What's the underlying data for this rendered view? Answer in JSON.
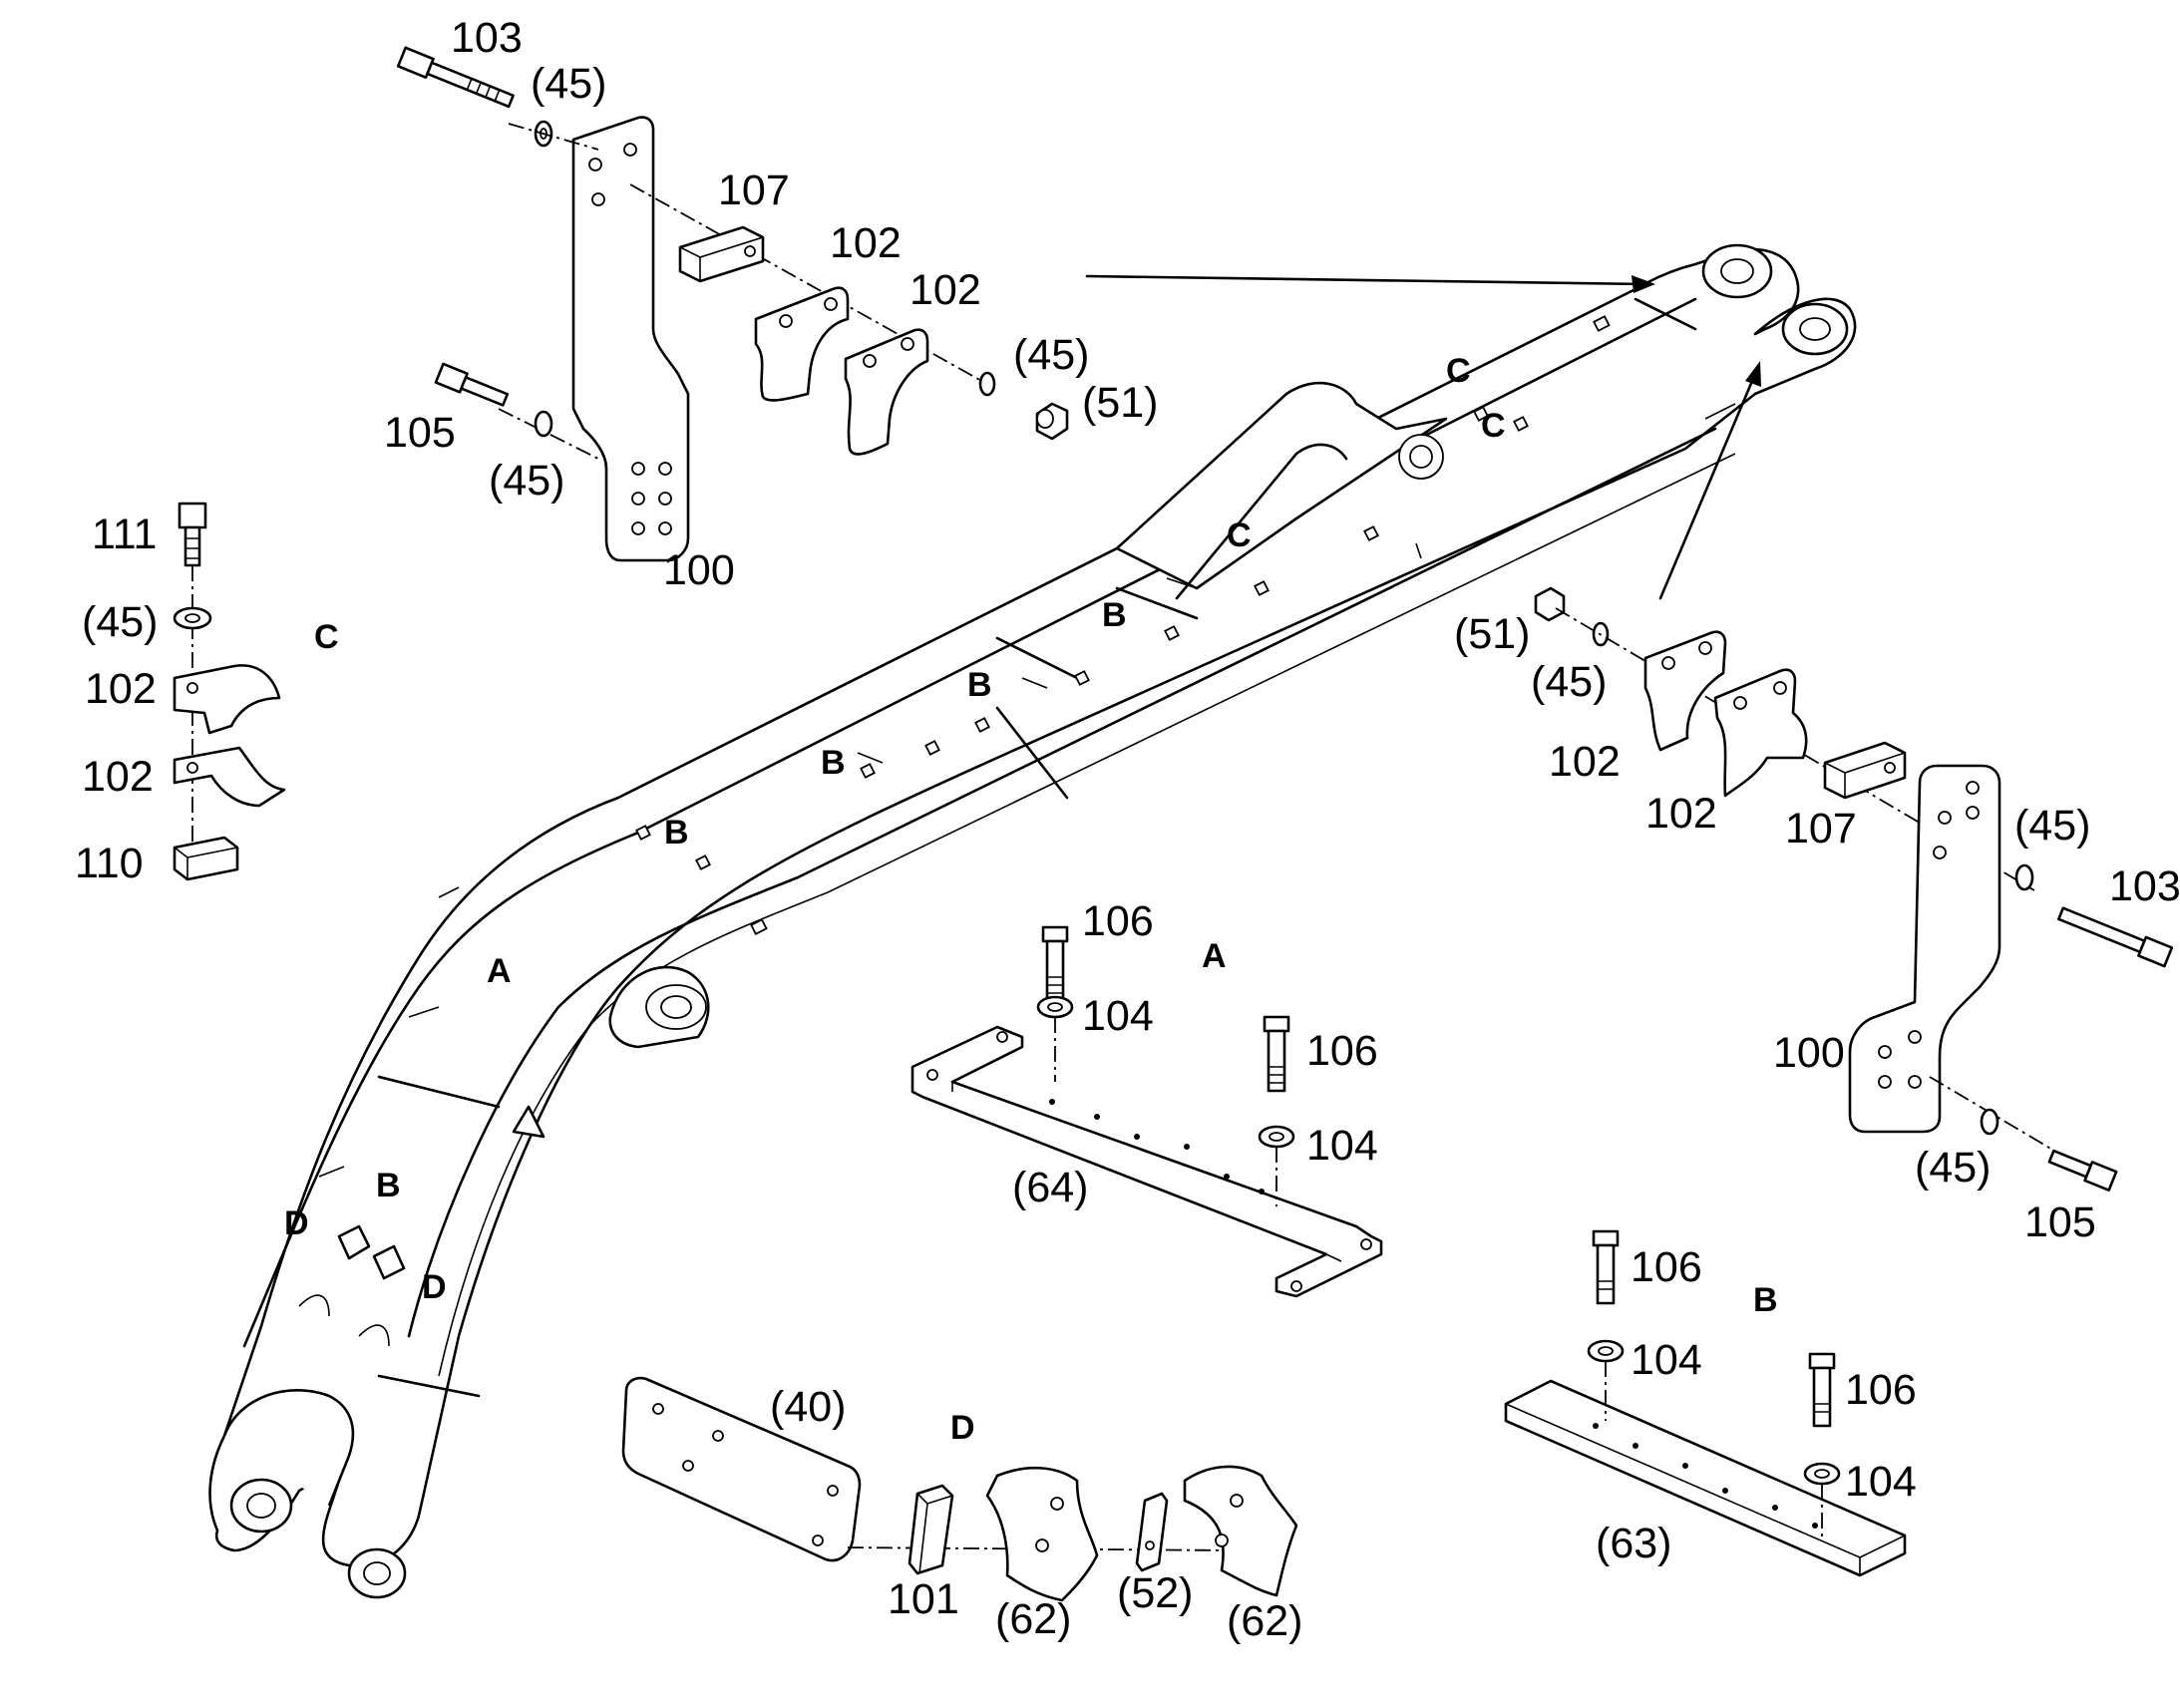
{
  "labels": {
    "p103a": "103",
    "p45a": "(45)",
    "p107a": "107",
    "p102a": "102",
    "p102b": "102",
    "p45b": "(45)",
    "p51a": "(51)",
    "p105a": "105",
    "p45c": "(45)",
    "p100a": "100",
    "p111": "111",
    "p45d": "(45)",
    "p102c": "102",
    "p102d": "102",
    "p110": "110",
    "p51b": "(51)",
    "p45e": "(45)",
    "p102e": "102",
    "p102f": "102",
    "p107b": "107",
    "p45f": "(45)",
    "p103b": "103",
    "p100b": "100",
    "p45g": "(45)",
    "p105b": "105",
    "p106a": "106",
    "p104a": "104",
    "p106b": "106",
    "p104b": "104",
    "p64": "(64)",
    "p106c": "106",
    "p104c": "104",
    "p106d": "106",
    "p104d": "104",
    "p63": "(63)",
    "p40": "(40)",
    "p101": "101",
    "p62a": "(62)",
    "p52": "(52)",
    "p62b": "(62)"
  },
  "zones": {
    "zC_left": "C",
    "zA": "A",
    "zB": "B",
    "zD": "D",
    "boom_C1": "C",
    "boom_C2": "C",
    "boom_C3": "C",
    "boom_B1": "B",
    "boom_B2": "B",
    "boom_B3": "B",
    "boom_B4": "B",
    "boom_B5": "B",
    "boom_A": "A",
    "boom_D1": "D",
    "boom_D2": "D"
  }
}
